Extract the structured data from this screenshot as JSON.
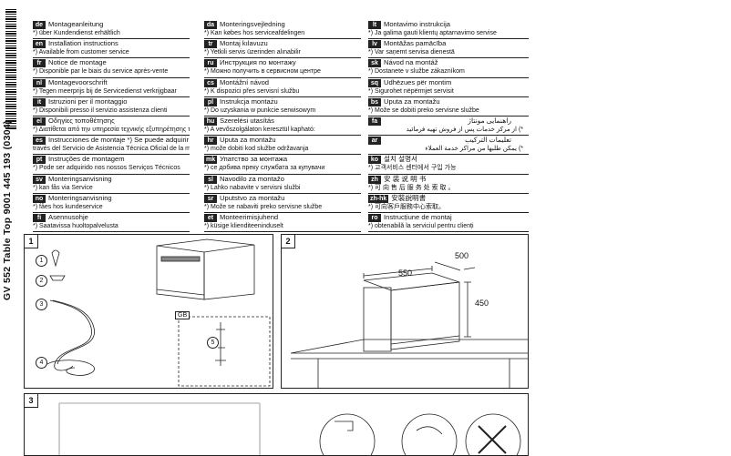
{
  "side": {
    "model_text": "GV 552 Table Top  9001 445 193 (0304)"
  },
  "columns": [
    [
      {
        "code": "de",
        "title": "Montageanleitung",
        "sub": "*) über Kundendienst erhältlich"
      },
      {
        "code": "en",
        "title": "Installation instructions",
        "sub": "*) Available from customer service"
      },
      {
        "code": "fr",
        "title": "Notice de montage",
        "sub": "*) Disponible par le biais du service après-vente"
      },
      {
        "code": "nl",
        "title": "Montagevoorschrift",
        "sub": "*) Tegen meerprijs bij de Servicedienst verkrijgbaar"
      },
      {
        "code": "it",
        "title": "Istruzioni per il montaggio",
        "sub": "*) Disponibili presso il servizio assistenza clienti"
      },
      {
        "code": "el",
        "title": "Οδηγίες τοποθέτησης",
        "sub": "*) Διατίθεται από την υπηρεσία τεχνικής εξυπηρέτησης πελατών"
      },
      {
        "code": "es",
        "title": "Instrucciones de montaje   *) Se puede adquirir a",
        "sub": "través del Servicio de Asistencia Técnica Oficial de la marca"
      },
      {
        "code": "pt",
        "title": "Instruções de montagem",
        "sub": "*) Pode ser adquirido nos nossos Serviços Técnicos"
      },
      {
        "code": "sv",
        "title": "Monteringsanvisning",
        "sub": "*) kan fås via Service"
      },
      {
        "code": "no",
        "title": "Monteringsanvisning",
        "sub": "*) fåes hos kundeservice"
      },
      {
        "code": "fi",
        "title": "Asennusohje",
        "sub": "*) Saatavissa huoltopalvelusta"
      }
    ],
    [
      {
        "code": "da",
        "title": "Monteringsvejledning",
        "sub": "*) Kan købes hos serviceafdelingen"
      },
      {
        "code": "tr",
        "title": "Montaj kılavuzu",
        "sub": "*) Yetkili servis üzerinden alınabilir"
      },
      {
        "code": "ru",
        "title": "Инструкция по монтажу",
        "sub": "*) Можно получить в сервисном центре"
      },
      {
        "code": "cs",
        "title": "Montážní návod",
        "sub": "*) K dispozici přes servisní službu"
      },
      {
        "code": "pl",
        "title": "Instrukcja montażu",
        "sub": "*) Do uzyskania w punkcie serwisowym"
      },
      {
        "code": "hu",
        "title": "Szerelési utasítás",
        "sub": "*) A vevőszolgálaton keresztül kapható:"
      },
      {
        "code": "hr",
        "title": "Uputa za montažu",
        "sub": "*) može dobiti kod službe održavanja"
      },
      {
        "code": "mk",
        "title": "Упатство за монтажа",
        "sub": "*) се добива преку службата за купувачи"
      },
      {
        "code": "sl",
        "title": "Navodilo za montažo",
        "sub": "*) Lahko nabavite v servisni službi"
      },
      {
        "code": "sr",
        "title": "Uputstvo za montažu",
        "sub": "*) Može se nabaviti preko servisne službe"
      },
      {
        "code": "et",
        "title": "Monteerimisjuhend",
        "sub": "*) küsige klienditeeninduselt"
      }
    ],
    [
      {
        "code": "lt",
        "title": "Montavimo instrukcija",
        "sub": "*) Ja galima gauti klientų aptarnavimo servise"
      },
      {
        "code": "lv",
        "title": "Montāžas pamācība",
        "sub": "*) Var saņemt servisa dienestā"
      },
      {
        "code": "sk",
        "title": "Návod na montáž",
        "sub": "*) Dostanete v službe zákazníkom"
      },
      {
        "code": "sq",
        "title": "Udhëzues për montim",
        "sub": "*) Sigurohet nëpërmjet servisit"
      },
      {
        "code": "bs",
        "title": "Uputa za montažu",
        "sub": "*) Može se dobiti preko servisne službe"
      },
      {
        "code": "fa",
        "title": "راهنمایی مونتاژ",
        "sub": "*) از مرکز خدمات پس از فروش تهیه فرمائید",
        "rtl": true
      },
      {
        "code": "ar",
        "title": "تعليمات التركيب",
        "sub": "*) يمكن طلبها من مراكز خدمة العملاء",
        "rtl": true
      },
      {
        "code": "ko",
        "title": "설치 설명서",
        "sub": "*) 고객서비스 센터에서 구입 가능"
      },
      {
        "code": "zh",
        "title": "安 装 说 明 书",
        "sub": "*) 可 向 售 后 服 务 处 索 取 。"
      },
      {
        "code": "zh-hk",
        "title": "安裝說明書",
        "sub": "*) 可向客戶服務中心索取。"
      },
      {
        "code": "ro",
        "title": "Instrucțiune de montaj",
        "sub": "*) obtenabilă la serviciul pentru clienți"
      }
    ]
  ],
  "figure1": {
    "number": "1",
    "items": [
      "1",
      "2",
      "3",
      "4",
      "5"
    ],
    "box_label": "GB"
  },
  "figure2": {
    "number": "2",
    "depth": "500",
    "width": "550",
    "height": "450"
  },
  "figure3": {
    "number": "3"
  }
}
